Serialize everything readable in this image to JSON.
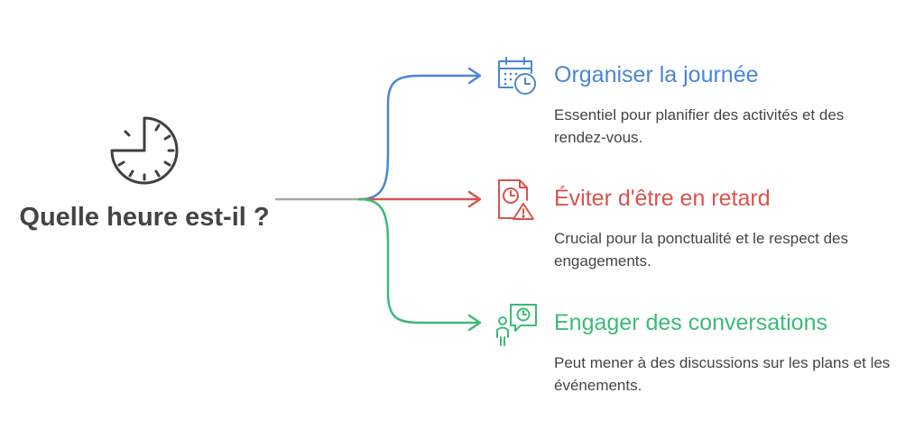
{
  "title": "Quelle heure est-il ?",
  "colors": {
    "stem": "#a8a8a8",
    "icon_dark": "#3f3f3f",
    "blue": "#4a86d4",
    "red": "#d9534f",
    "green": "#3cba78",
    "text": "#444444"
  },
  "main_icon": "clock-icon",
  "branches": [
    {
      "title": "Organiser la journée",
      "description": "Essentiel pour planifier des activités et des rendez-vous.",
      "color": "#4a86d4",
      "icon": "calendar-clock-icon"
    },
    {
      "title": "Éviter d'être en retard",
      "description": "Crucial pour la ponctualité et le respect des engagements.",
      "color": "#d9534f",
      "icon": "clock-warning-icon"
    },
    {
      "title": "Engager des conversations",
      "description": "Peut mener à des discussions sur les plans et les événements.",
      "color": "#3cba78",
      "icon": "person-chat-clock-icon"
    }
  ]
}
